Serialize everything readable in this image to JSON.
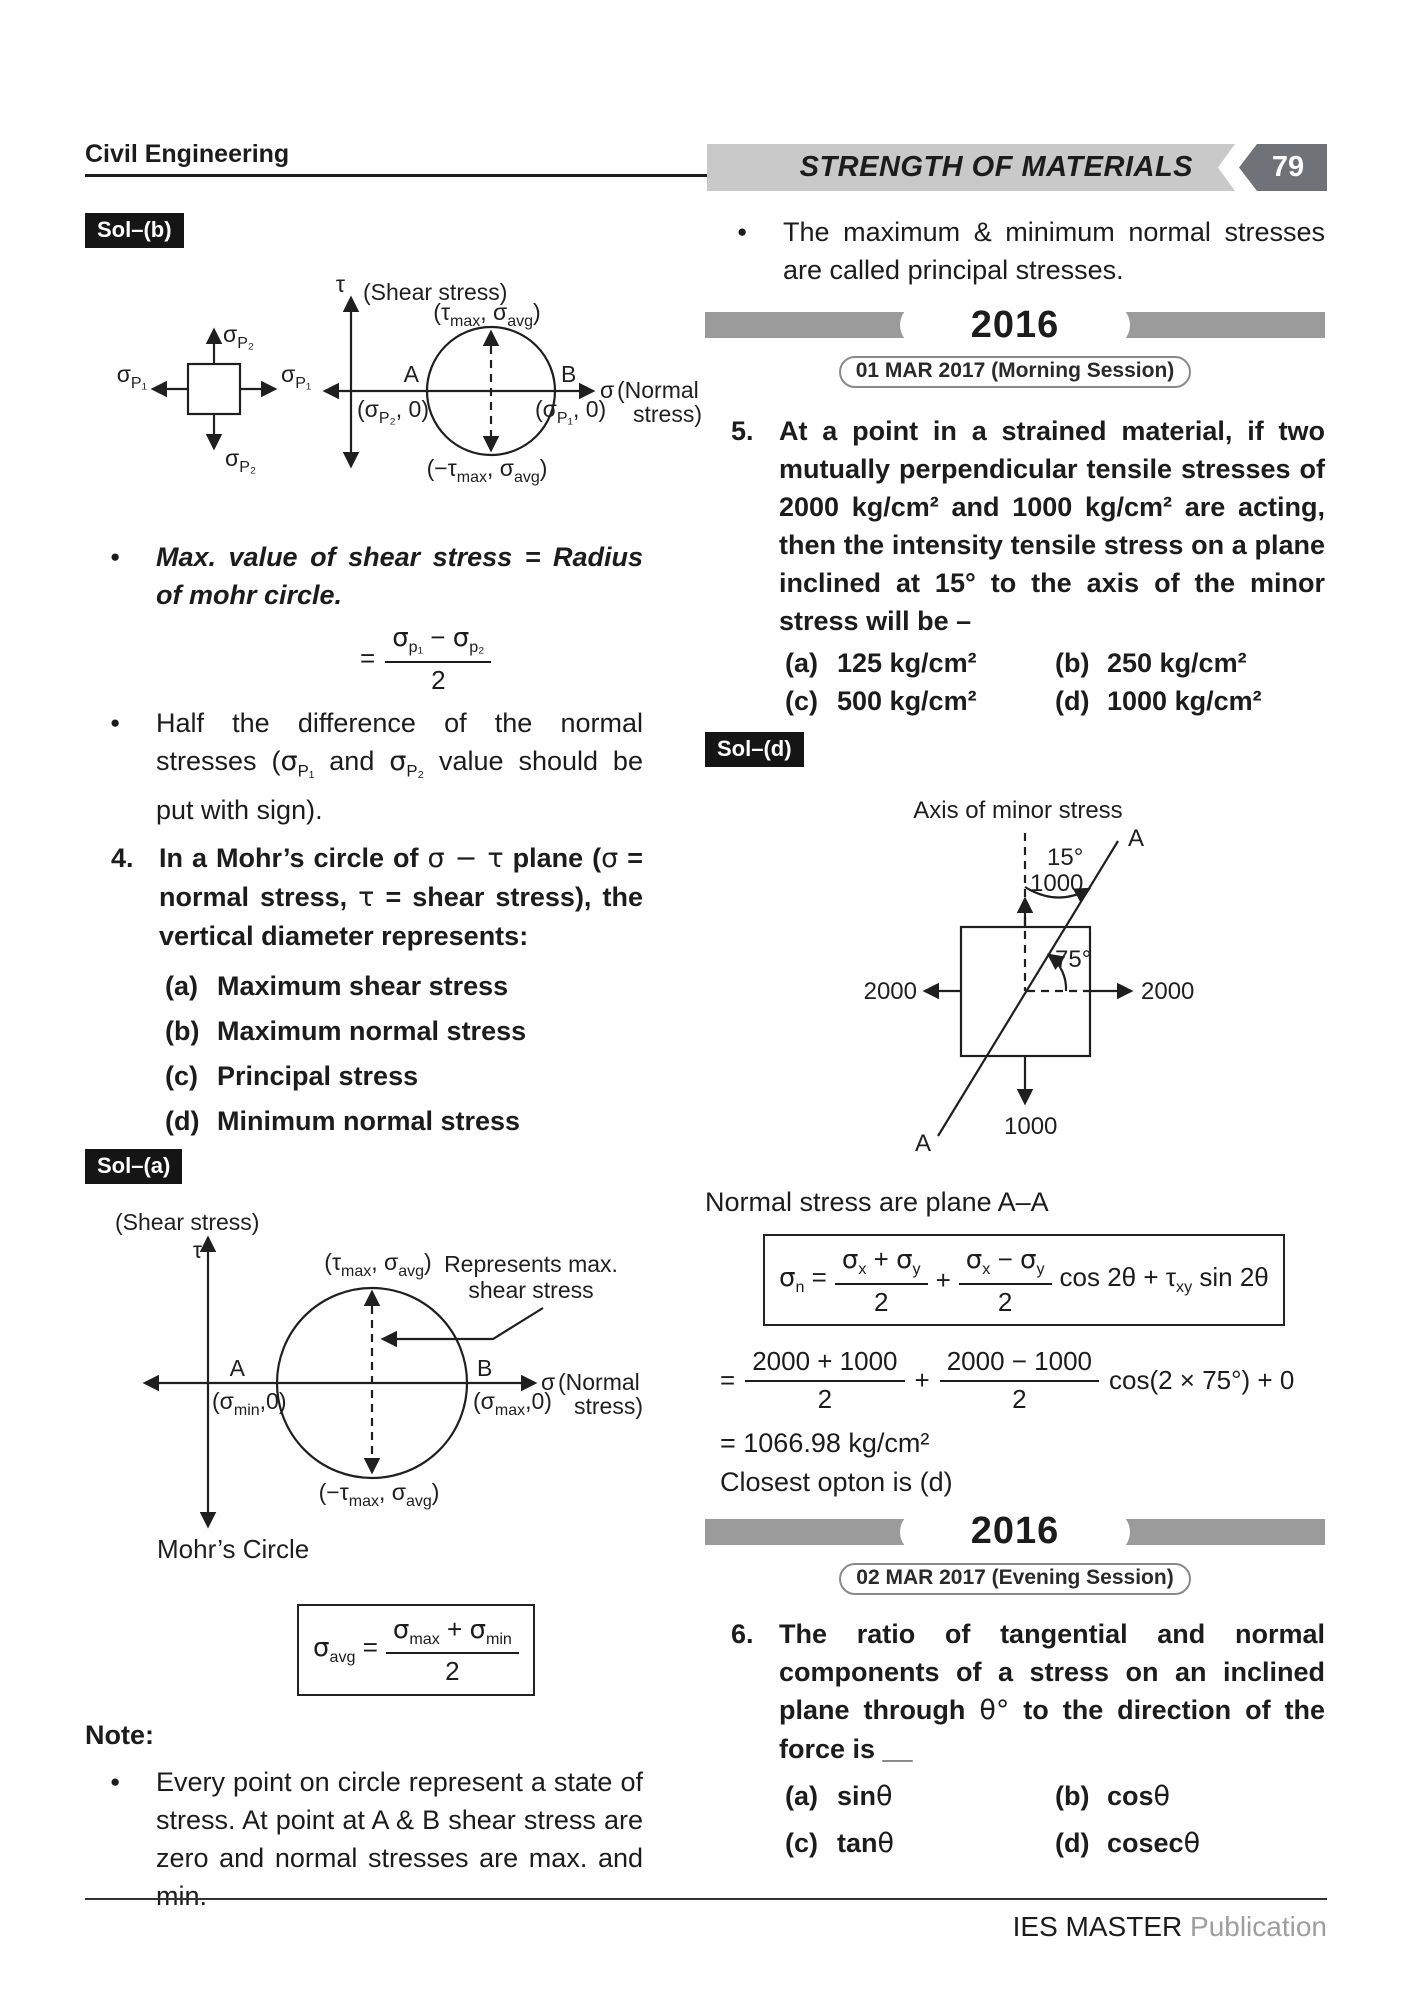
{
  "colors": {
    "header_band": "#c9c9c9",
    "header_chevron": "#6f7378",
    "banner_gray": "#9b9b9b",
    "sol_label_bg": "#151515",
    "text": "#1c1c1c",
    "footer_gray": "#9e9e9e"
  },
  "header": {
    "left": "Civil Engineering",
    "right": "STRENGTH OF MATERIALS",
    "page": "79"
  },
  "footer": {
    "brand": "IES MASTER",
    "suffix": " Publication"
  },
  "left": {
    "sol_b": "Sol–(b)",
    "d1": {
      "elem_top": [
        "σ",
        "P₂"
      ],
      "elem_bottom": [
        "σ",
        "P₂"
      ],
      "elem_left": [
        "σ",
        "P₁"
      ],
      "elem_right": [
        "σ",
        "P₁"
      ],
      "tau": "τ",
      "shear": "(Shear stress)",
      "top_pt": [
        "(τ",
        "max",
        ", σ",
        "avg",
        ")"
      ],
      "bot_pt": [
        "(−τ",
        "max",
        ", σ",
        "avg",
        ")"
      ],
      "A": "A",
      "B": "B",
      "A_coord": [
        "(σ",
        "P₂",
        ", 0)"
      ],
      "B_coord": [
        "(σ",
        "P₁",
        ", 0)"
      ],
      "sigma": "σ",
      "normal1": "(Normal",
      "normal2": "stress)"
    },
    "bullet1": "Max. value of shear stress = Radius of mohr circle.",
    "eq_radius": {
      "eq": "=",
      "num": [
        "σ",
        "p₁",
        " − ",
        "σ",
        "p₂"
      ],
      "den": "2"
    },
    "bullet2": {
      "pre": "Half the difference of the normal stresses (",
      "s1": "σ",
      "sub1": "P₁",
      "mid": " and ",
      "s2": "σ",
      "sub2": "P₂",
      "post": " value should be put with sign)."
    },
    "q4": {
      "no": "4.",
      "parts": [
        "In a Mohr’s circle of ",
        "σ − τ",
        " plane (",
        "σ",
        " = normal stress, ",
        "τ",
        " = shear stress), the vertical diameter represents:"
      ],
      "options": [
        {
          "key": "(a)",
          "text": "Maximum shear stress"
        },
        {
          "key": "(b)",
          "text": "Maximum normal stress"
        },
        {
          "key": "(c)",
          "text": "Principal stress"
        },
        {
          "key": "(d)",
          "text": "Minimum normal stress"
        }
      ]
    },
    "sol_a": "Sol–(a)",
    "d2": {
      "shear": "(Shear stress)",
      "tau": "τ",
      "top_pt": [
        "(τ",
        "max",
        ", σ",
        "avg",
        ")"
      ],
      "represents1": "Represents max.",
      "represents2": "shear stress",
      "A": "A",
      "A_coord": [
        "(σ",
        "min",
        ",0)"
      ],
      "B": "B",
      "B_coord": [
        "(σ",
        "max",
        ",0)"
      ],
      "sigma": "σ",
      "normal1": "(Normal",
      "normal2": "stress)",
      "bot_pt": [
        "(−τ",
        "max",
        ", σ",
        "avg",
        ")"
      ],
      "caption": "Mohr’s Circle"
    },
    "eq_avg": {
      "lhs": [
        "σ",
        "avg"
      ],
      "eqs": " = ",
      "num": [
        "σ",
        "max",
        " + ",
        "σ",
        "min"
      ],
      "den": "2"
    },
    "note_label": "Note:",
    "note": "Every point on circle represent a state of stress. At point at A & B shear stress are zero and normal stresses are max. and min."
  },
  "right": {
    "bullet1": "The maximum & minimum normal stresses are called principal stresses.",
    "banner1": {
      "year": "2016",
      "session": "01 MAR 2017 (Morning Session)"
    },
    "q5": {
      "no": "5.",
      "text": "At a point in a strained material, if two mutually perpendicular tensile stresses of 2000 kg/cm² and 1000 kg/cm² are acting, then the intensity tensile stress on a plane inclined at 15° to the axis of the minor stress will be –",
      "options": [
        {
          "key": "(a)",
          "text": "125 kg/cm²"
        },
        {
          "key": "(b)",
          "text": "250 kg/cm²"
        },
        {
          "key": "(c)",
          "text": "500 kg/cm²"
        },
        {
          "key": "(d)",
          "text": "1000 kg/cm²"
        }
      ]
    },
    "sol_d": "Sol–(d)",
    "d3": {
      "axis_label": "Axis of minor stress",
      "angle15": "15°",
      "angle75": "75°",
      "A_top": "A",
      "A_bottom": "A",
      "top_arrow": "1000",
      "bottom_arrow": "1000",
      "left_arrow": "2000",
      "right_arrow": "2000"
    },
    "plane_line": "Normal stress are plane A–A",
    "eq_n": {
      "lhs": "σ",
      "lhs_sub": "n",
      "eqs": " = ",
      "num1": [
        "σ",
        "x",
        " + ",
        "σ",
        "y"
      ],
      "den1": "2",
      "plus": "+",
      "num2": [
        "σ",
        "x",
        " − ",
        "σ",
        "y"
      ],
      "den2": "2",
      "post1": "cos 2θ + τ",
      "post1_sub": "xy",
      "post2": " sin 2θ"
    },
    "eq_calc": {
      "eq": "=",
      "num1": "2000 + 1000",
      "den1": "2",
      "plus": "+",
      "num2": "2000 − 1000",
      "den2": "2",
      "post": "cos(2 × 75°) + 0"
    },
    "result": "= 1066.98 kg/cm²",
    "closest": "Closest opton is (d)",
    "banner2": {
      "year": "2016",
      "session": "02 MAR 2017 (Evening Session)"
    },
    "q6": {
      "no": "6.",
      "parts": [
        "The ratio of tangential and normal components of a stress on an inclined plane through ",
        "θ°",
        " to the direction of the force is __"
      ],
      "options": [
        {
          "key": "(a)",
          "fn": "sin",
          "g": "θ"
        },
        {
          "key": "(b)",
          "fn": "cos",
          "g": "θ"
        },
        {
          "key": "(c)",
          "fn": "tan",
          "g": "θ"
        },
        {
          "key": "(d)",
          "fn": "cosec",
          "g": "θ"
        }
      ]
    }
  }
}
